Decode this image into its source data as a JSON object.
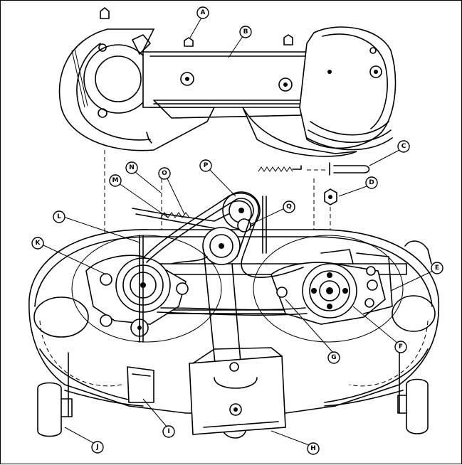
{
  "labels": {
    "A": "A",
    "B": "B",
    "C": "C",
    "D": "D",
    "E": "E",
    "F": "F",
    "G": "G",
    "H": "H",
    "I": "I",
    "J": "J",
    "K": "K",
    "L": "L",
    "M": "M",
    "N": "N",
    "O": "O",
    "P": "P",
    "Q": "Q"
  }
}
